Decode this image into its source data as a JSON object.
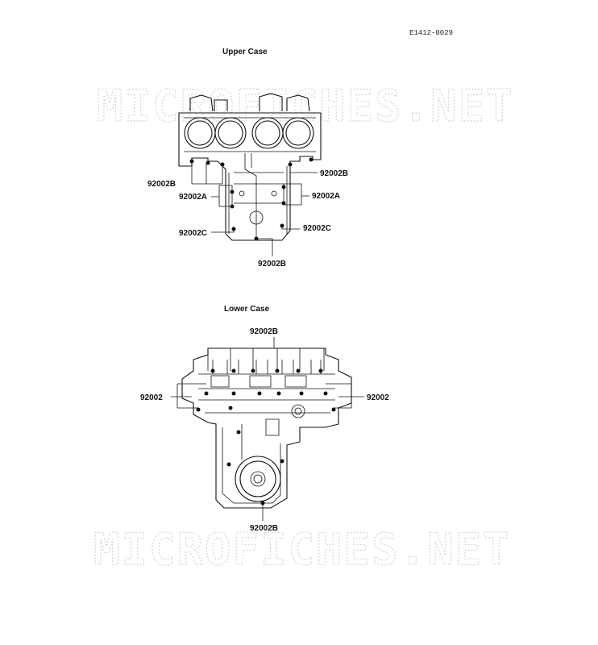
{
  "doc_code": "E1412-0029",
  "watermark": "MICROFICHES.NET",
  "upper": {
    "title": "Upper Case",
    "labels": {
      "b_left": "92002B",
      "b_right": "92002B",
      "a_left": "92002A",
      "a_right": "92002A",
      "c_left": "92002C",
      "c_right": "92002C",
      "b_bottom": "92002B"
    }
  },
  "lower": {
    "title": "Lower Case",
    "labels": {
      "b_top": "92002B",
      "left": "92002",
      "right": "92002",
      "b_bottom": "92002B"
    }
  }
}
